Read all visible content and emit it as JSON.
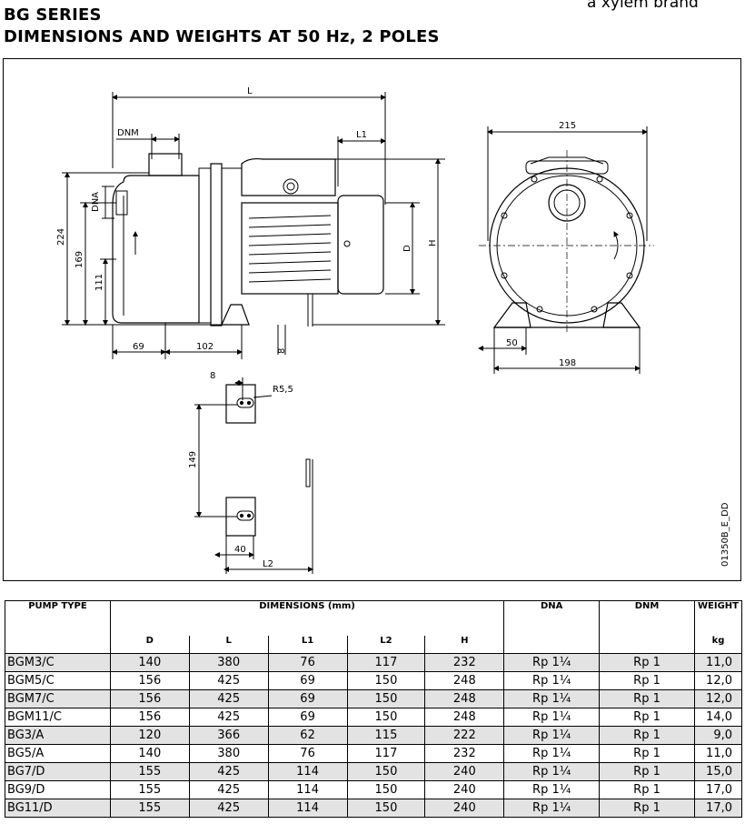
{
  "brand": "a xylem brand",
  "title": {
    "line1": "BG SERIES",
    "line2": "DIMENSIONS AND WEIGHTS AT 50 Hz, 2 POLES"
  },
  "drawing": {
    "labels": {
      "L": "L",
      "L1": "L1",
      "L2": "L2",
      "D": "D",
      "H": "H",
      "DNM": "DNM",
      "DNA": "DNA",
      "d224": "224",
      "d169": "169",
      "d111": "111",
      "d69": "69",
      "d102": "102",
      "d8": "8",
      "d215": "215",
      "d50": "50",
      "d198": "198",
      "d8b": "8",
      "R55": "R5,5",
      "d149": "149",
      "d40": "40",
      "code": "01350B_E_DD"
    }
  },
  "table": {
    "headers": {
      "pump_type": "PUMP TYPE",
      "dimensions": "DIMENSIONS (mm)",
      "dna": "DNA",
      "dnm": "DNM",
      "weight": "WEIGHT",
      "kg": "kg",
      "cols": [
        "D",
        "L",
        "L1",
        "L2",
        "H"
      ]
    },
    "rows": [
      {
        "type": "BGM3/C",
        "D": "140",
        "L": "380",
        "L1": "76",
        "L2": "117",
        "H": "232",
        "DNA": "Rp 1¼",
        "DNM": "Rp 1",
        "W": "11,0"
      },
      {
        "type": "BGM5/C",
        "D": "156",
        "L": "425",
        "L1": "69",
        "L2": "150",
        "H": "248",
        "DNA": "Rp 1¼",
        "DNM": "Rp 1",
        "W": "12,0"
      },
      {
        "type": "BGM7/C",
        "D": "156",
        "L": "425",
        "L1": "69",
        "L2": "150",
        "H": "248",
        "DNA": "Rp 1¼",
        "DNM": "Rp 1",
        "W": "12,0"
      },
      {
        "type": "BGM11/C",
        "D": "156",
        "L": "425",
        "L1": "69",
        "L2": "150",
        "H": "248",
        "DNA": "Rp 1¼",
        "DNM": "Rp 1",
        "W": "14,0"
      },
      {
        "type": "BG3/A",
        "D": "120",
        "L": "366",
        "L1": "62",
        "L2": "115",
        "H": "222",
        "DNA": "Rp 1¼",
        "DNM": "Rp 1",
        "W": "9,0"
      },
      {
        "type": "BG5/A",
        "D": "140",
        "L": "380",
        "L1": "76",
        "L2": "117",
        "H": "232",
        "DNA": "Rp 1¼",
        "DNM": "Rp 1",
        "W": "11,0"
      },
      {
        "type": "BG7/D",
        "D": "155",
        "L": "425",
        "L1": "114",
        "L2": "150",
        "H": "240",
        "DNA": "Rp 1¼",
        "DNM": "Rp 1",
        "W": "15,0"
      },
      {
        "type": "BG9/D",
        "D": "155",
        "L": "425",
        "L1": "114",
        "L2": "150",
        "H": "240",
        "DNA": "Rp 1¼",
        "DNM": "Rp 1",
        "W": "17,0"
      },
      {
        "type": "BG11/D",
        "D": "155",
        "L": "425",
        "L1": "114",
        "L2": "150",
        "H": "240",
        "DNA": "Rp 1¼",
        "DNM": "Rp 1",
        "W": "17,0"
      }
    ]
  }
}
